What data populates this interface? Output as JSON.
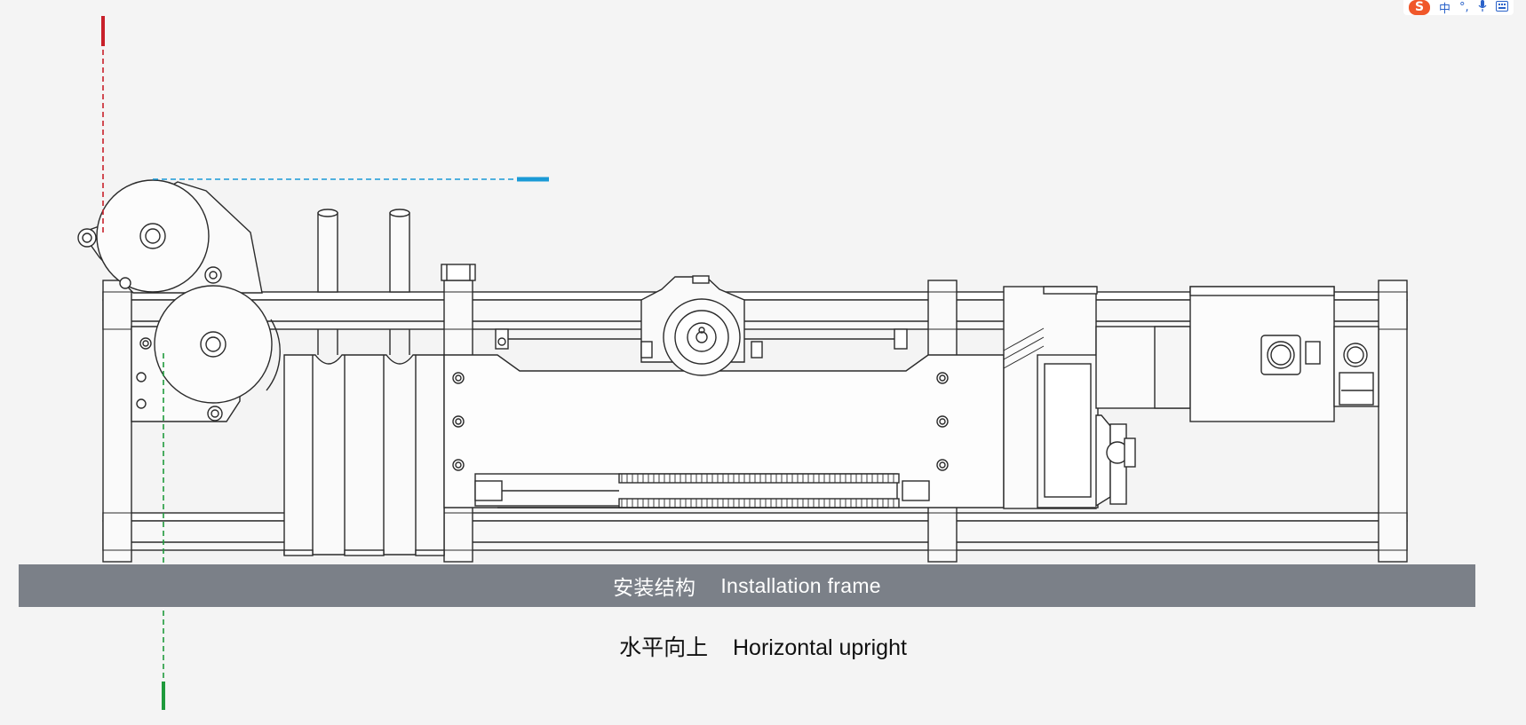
{
  "diagram": {
    "band_label_cn": "安装结构",
    "band_label_en": "Installation frame",
    "caption_cn": "水平向上",
    "caption_en": "Horizontal upright"
  },
  "colors": {
    "background": "#f4f4f4",
    "line": "#2b2b2b",
    "band": "#7b8088",
    "red_guide": "#c8202a",
    "blue_guide": "#1a9ad6",
    "green_guide": "#1f9a3c",
    "ime_logo": "#f0572a"
  },
  "ime_toolbar": {
    "logo": "S",
    "mode": "中",
    "punct": "°,",
    "mic_icon": "microphone-icon",
    "keyboard_icon": "keyboard-icon"
  }
}
